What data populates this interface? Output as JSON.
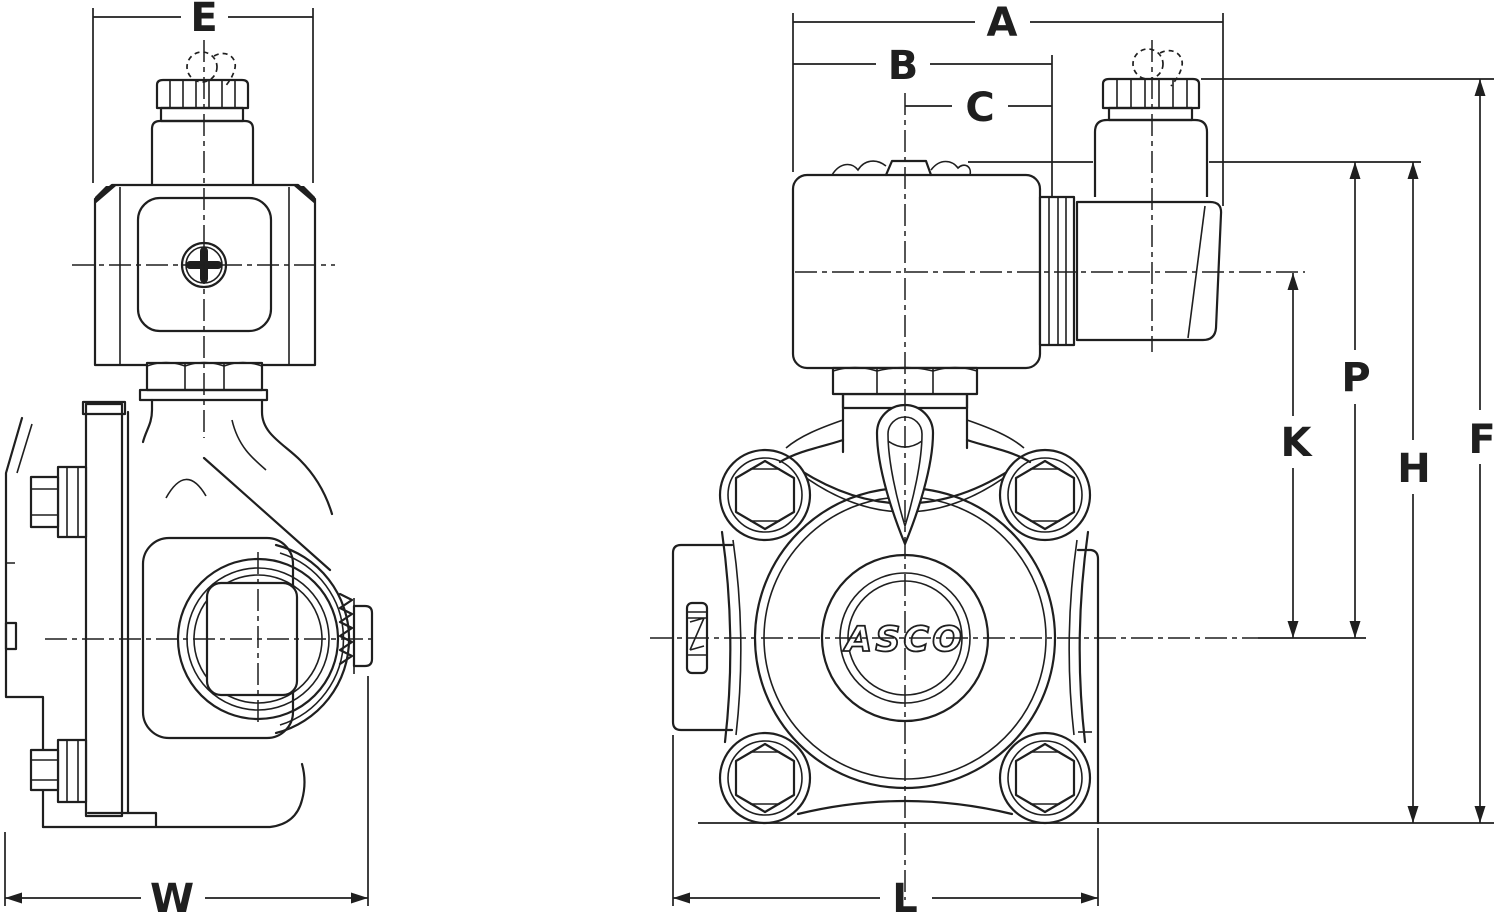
{
  "drawing": {
    "background_color": "#ffffff",
    "line_color": "#1f1f1f",
    "logo_text": "ASCO",
    "dimension_labels": {
      "E": "E",
      "A": "A",
      "B": "B",
      "C": "C",
      "K": "K",
      "P": "P",
      "H": "H",
      "F": "F",
      "W": "W",
      "L": "L"
    }
  }
}
